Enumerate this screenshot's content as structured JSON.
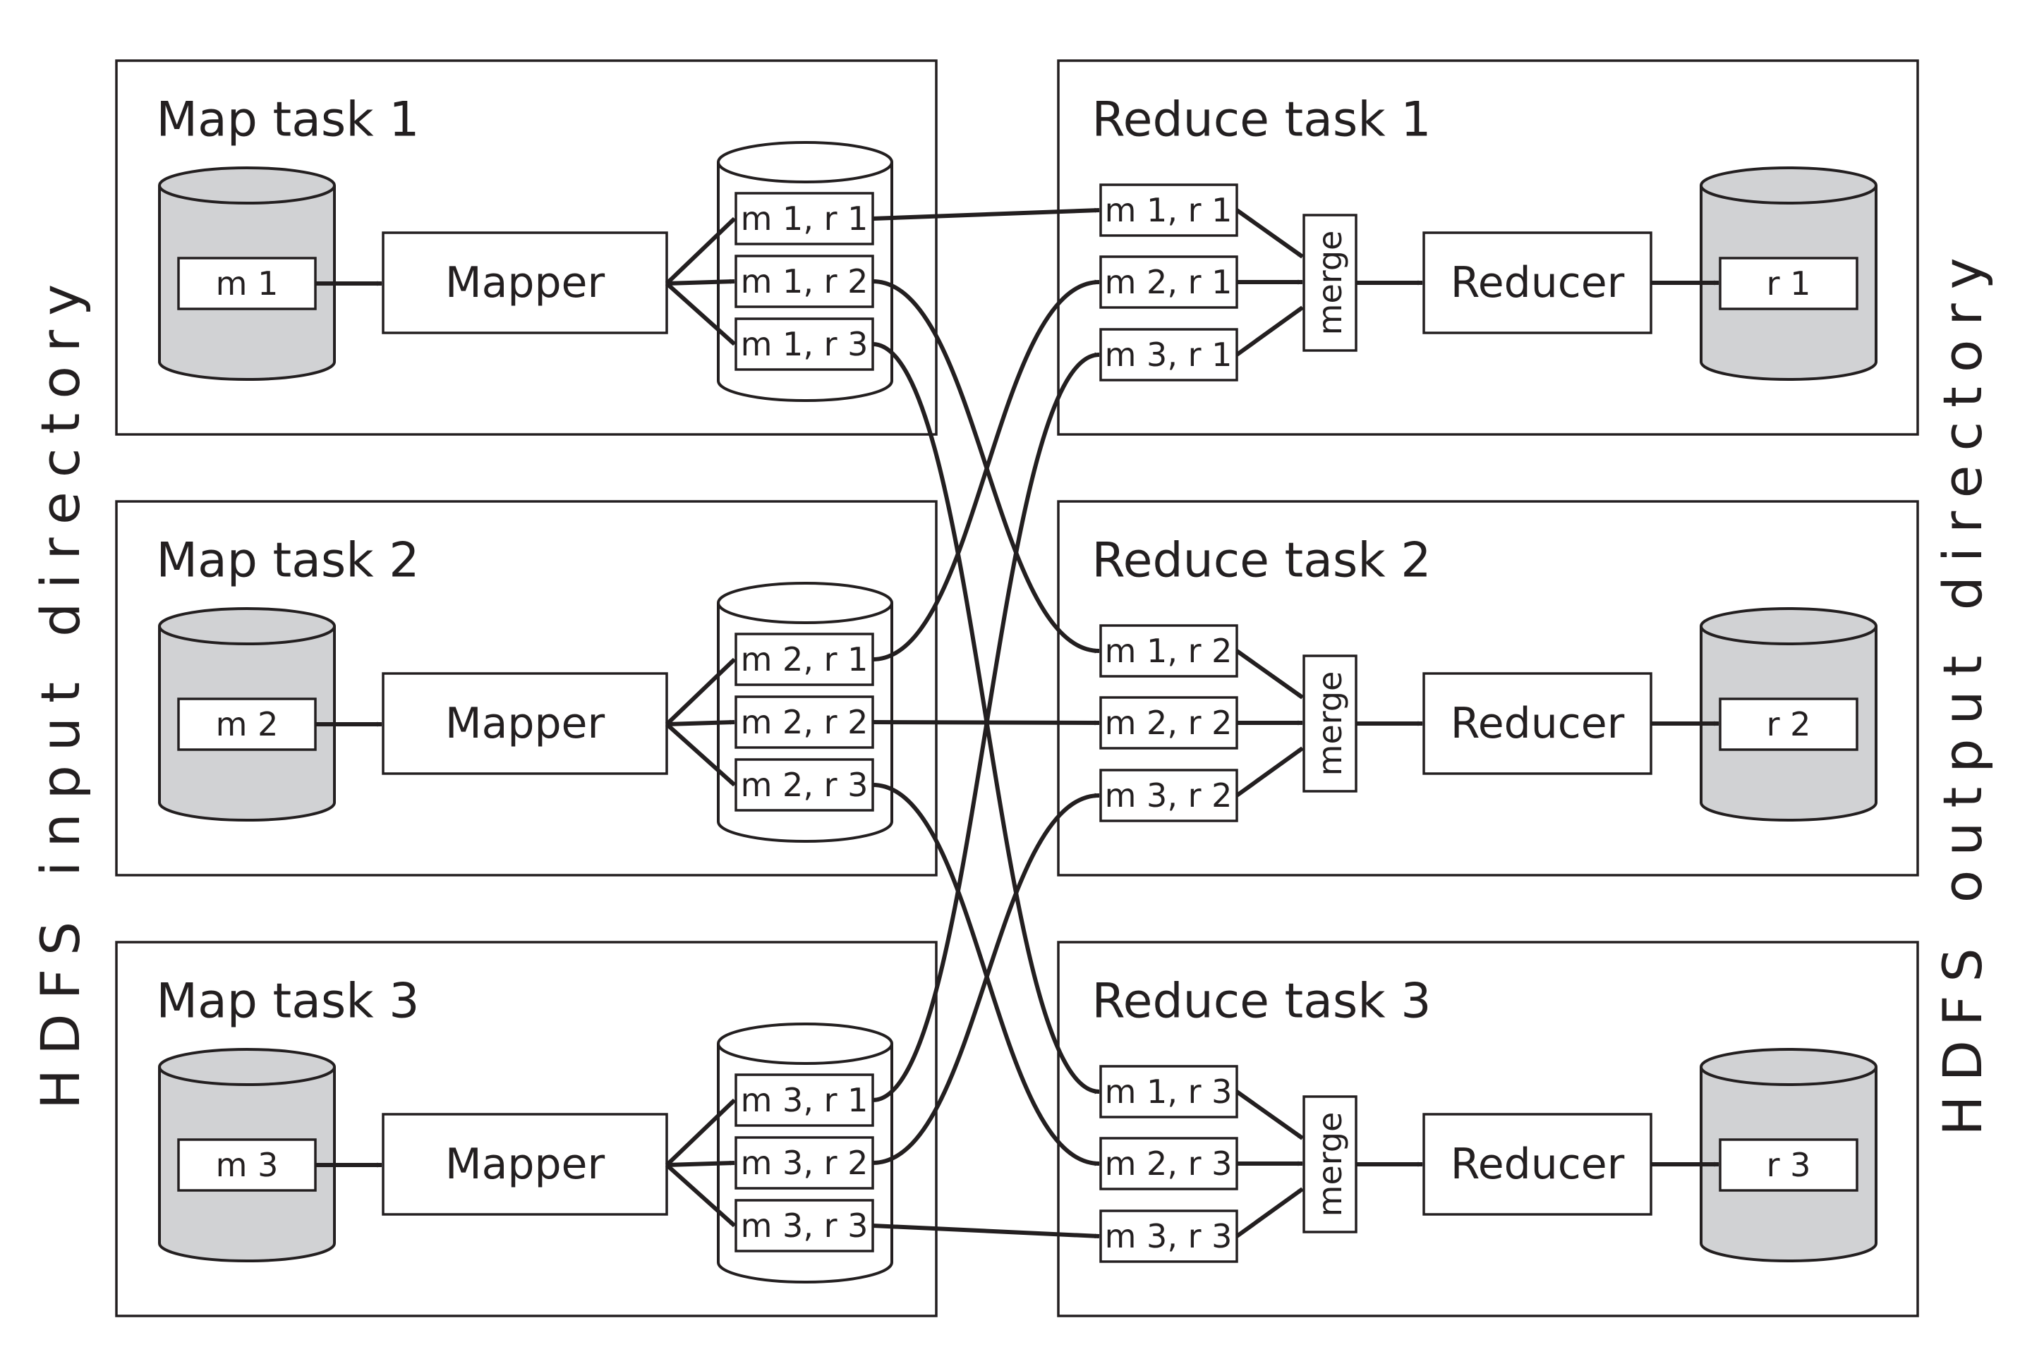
{
  "side_labels": {
    "input": "HDFS input directory",
    "output": "HDFS output directory"
  },
  "map_tasks": [
    {
      "title": "Map task 1",
      "input": "m 1",
      "mapper": "Mapper",
      "partitions": [
        "m 1, r 1",
        "m 1, r 2",
        "m 1, r 3"
      ]
    },
    {
      "title": "Map task 2",
      "input": "m 2",
      "mapper": "Mapper",
      "partitions": [
        "m 2, r 1",
        "m 2, r 2",
        "m 2, r 3"
      ]
    },
    {
      "title": "Map task 3",
      "input": "m 3",
      "mapper": "Mapper",
      "partitions": [
        "m 3, r 1",
        "m 3, r 2",
        "m 3, r 3"
      ]
    }
  ],
  "reduce_tasks": [
    {
      "title": "Reduce task 1",
      "inputs": [
        "m 1, r 1",
        "m 2, r 1",
        "m 3, r 1"
      ],
      "merge": "merge",
      "reducer": "Reducer",
      "output": "r 1"
    },
    {
      "title": "Reduce task 2",
      "inputs": [
        "m 1, r 2",
        "m 2, r 2",
        "m 3, r 2"
      ],
      "merge": "merge",
      "reducer": "Reducer",
      "output": "r 2"
    },
    {
      "title": "Reduce task 3",
      "inputs": [
        "m 1, r 3",
        "m 2, r 3",
        "m 3, r 3"
      ],
      "merge": "merge",
      "reducer": "Reducer",
      "output": "r 3"
    }
  ],
  "colors": {
    "ink": "#231f20",
    "disk": "#d1d2d4",
    "background": "#ffffff"
  }
}
